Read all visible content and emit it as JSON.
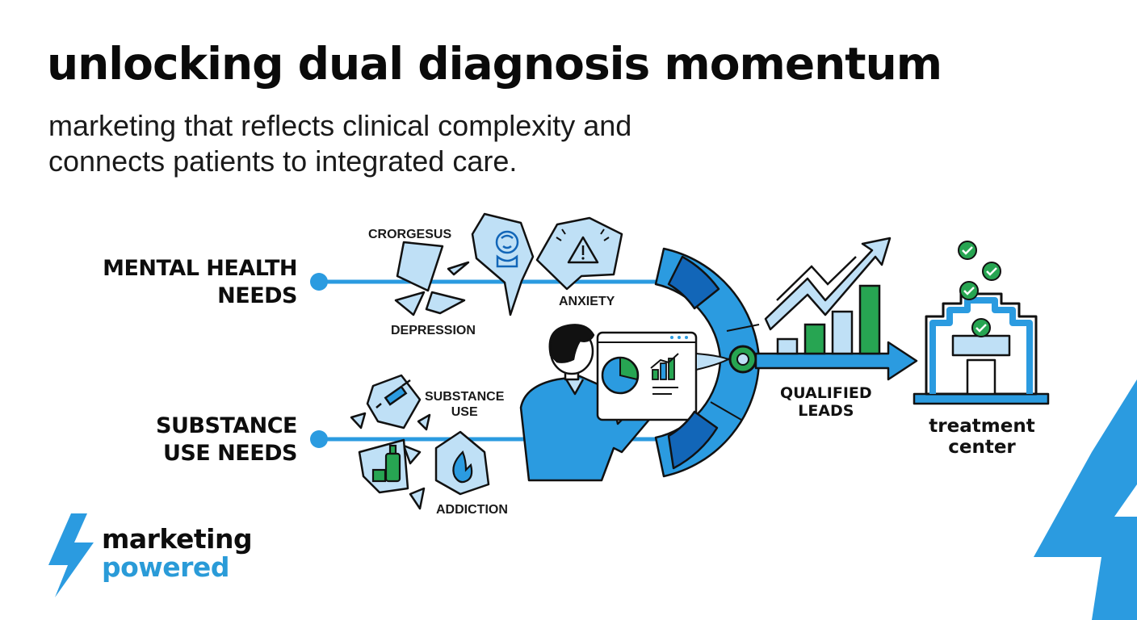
{
  "header": {
    "title": "unlocking dual diagnosis momentum",
    "subtitle_line1": "marketing that reflects clinical complexity and",
    "subtitle_line2": "connects patients to integrated care."
  },
  "inputs": {
    "mental_health": {
      "line1": "MENTAL HEALTH",
      "line2": "NEEDS"
    },
    "substance_use": {
      "line1": "SUBSTANCE",
      "line2": "USE NEEDS"
    }
  },
  "fragments": {
    "crorgesus": "CRORGESUS",
    "depression": "DEPRESSION",
    "anxiety": "ANXIETY",
    "substance_use_line1": "SUBSTANCE",
    "substance_use_line2": "USE",
    "addiction": "ADDICTION"
  },
  "output": {
    "line1": "QUALIFIED",
    "line2": "LEADS"
  },
  "destination": {
    "line1": "treatment",
    "line2": "center"
  },
  "brand": {
    "line1": "marketing",
    "line2": "powered"
  },
  "colors": {
    "accent_blue": "#2b9be0",
    "dark_blue": "#1266b8",
    "light_blue": "#bfe0f6",
    "green": "#27a552",
    "ink": "#111111"
  },
  "icons": [
    "brain-icon",
    "warning-icon",
    "syringe-icon",
    "bottle-icon",
    "flame-icon",
    "pie-chart-icon",
    "bar-chart-icon",
    "trend-arrow-icon",
    "check-icon",
    "building-icon",
    "lightning-icon"
  ]
}
